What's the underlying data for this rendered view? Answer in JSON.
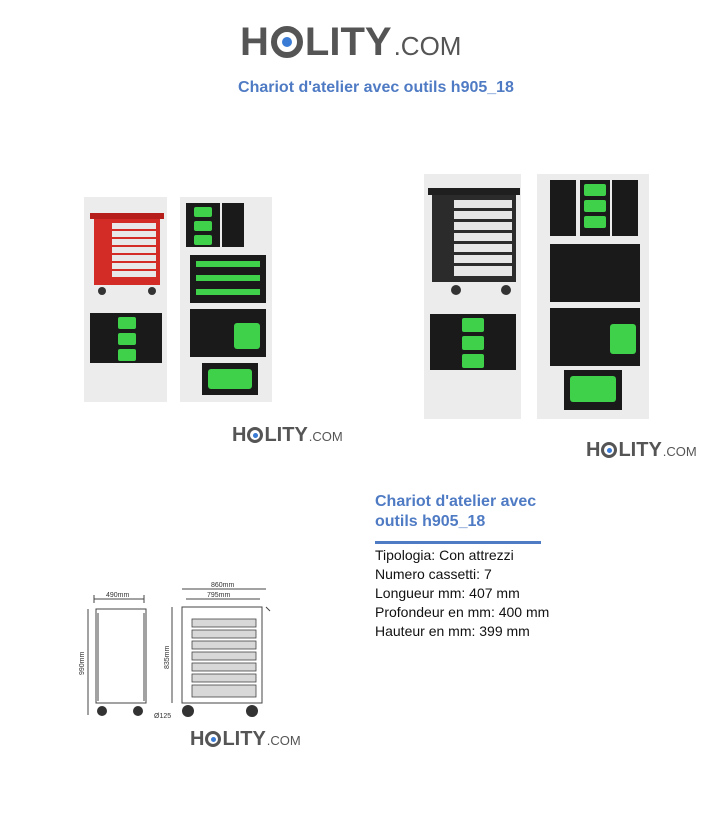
{
  "brand": {
    "name_left": "H",
    "name_right": "LITY",
    "domain_suffix": ".COM",
    "accent": "#3a7bd5",
    "gray": "#555555"
  },
  "page_title": "Chariot d'atelier avec outils h905_18",
  "product": {
    "title": "Chariot d'atelier avec outils h905_18",
    "specs": [
      {
        "label": "Tipologia",
        "value": "Con attrezzi"
      },
      {
        "label": "Numero cassetti",
        "value": "7"
      },
      {
        "label": "Longueur mm",
        "value": "407 mm"
      },
      {
        "label": "Profondeur en mm",
        "value": "400 mm"
      },
      {
        "label": "Hauteur en mm",
        "value": "399 mm"
      }
    ]
  },
  "drawing": {
    "side_width": "490mm",
    "total_width": "860mm",
    "inner_width": "795mm",
    "height_total": "990mm",
    "height_body": "835mm",
    "wheel": "Ø125"
  },
  "colors": {
    "red_cart": "#d32b26",
    "dark_cart": "#2b2b2b",
    "foam_green": "#3fd14a",
    "tray": "#1a1a1a"
  }
}
